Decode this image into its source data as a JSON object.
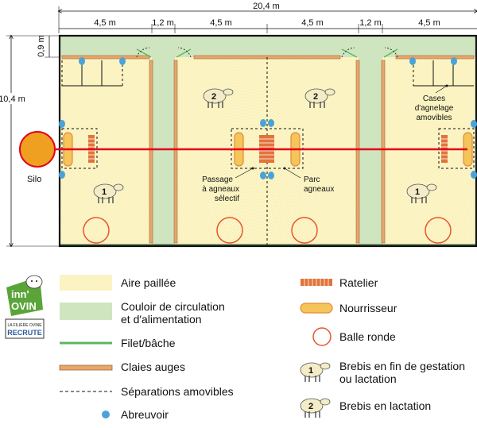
{
  "dimensions": {
    "total_width": "20,4 m",
    "height": "10,4 m",
    "corridor_depth": "0,9 m",
    "segments": [
      "4,5 m",
      "1,2 m",
      "4,5 m",
      "4,5 m",
      "1,2 m",
      "4,5 m"
    ]
  },
  "labels": {
    "silo": "Silo",
    "cases": [
      "Cases",
      "d'agnelage",
      "amovibles"
    ],
    "passage": [
      "Passage",
      "à agneaux",
      "sélectif"
    ],
    "parc": [
      "Parc",
      "agneaux"
    ],
    "sheep_1": "1",
    "sheep_2": "2"
  },
  "logo": {
    "top": "inn'",
    "bottom": "OVIN",
    "tagline_1": "LA FILIÈRE OVINE",
    "tagline_2": "RECRUTE"
  },
  "legend": {
    "aire_paillee": "Aire paillée",
    "couloir_1": "Couloir de circulation",
    "couloir_2": "et d'alimentation",
    "filet": "Filet/bâche",
    "claies": "Claies auges",
    "separations": "Séparations amovibles",
    "abreuvoir": "Abreuvoir",
    "ratelier": "Ratelier",
    "nourrisseur": "Nourrisseur",
    "balle": "Balle ronde",
    "brebis1_1": "Brebis en fin de gestation",
    "brebis1_2": "ou lactation",
    "brebis2": "Brebis en lactation"
  },
  "colors": {
    "straw": "#fdf6c8",
    "straw_dot": "#e8d98a",
    "corridor": "#cfe5c0",
    "filet": "#5cb85c",
    "claie": "#e9a66a",
    "claie_edge": "#9c6a3a",
    "water": "#4aa3d8",
    "rack": "#e2743a",
    "feeder": "#f5c55a",
    "feeder_edge": "#e48a3a",
    "bale": "#e8552e",
    "silo": "#f0a020",
    "silo_line": "#e3001b",
    "wall": "#111111"
  }
}
